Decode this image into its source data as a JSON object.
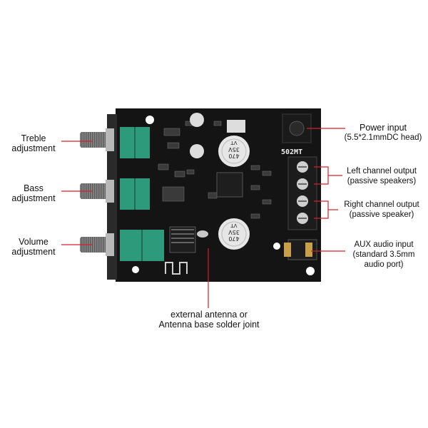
{
  "labels": {
    "treble": {
      "line1": "Treble",
      "line2": "adjustment"
    },
    "bass": {
      "line1": "Bass",
      "line2": "adjustment"
    },
    "volume": {
      "line1": "Volume",
      "line2": "adjustment"
    },
    "power": {
      "line1": "Power input",
      "line2": "(5.5*2.1mmDC head)"
    },
    "left_channel": {
      "line1": "Left channel output",
      "line2": "(passive speakers)"
    },
    "right_channel": {
      "line1": "Right channel output",
      "line2": "(passive speaker)"
    },
    "aux": {
      "line1": "AUX audio input",
      "line2": "(standard 3.5mm",
      "line3": "audio port)"
    },
    "antenna": {
      "line1": "external antenna or",
      "line2": "Antenna base solder joint"
    }
  },
  "board": {
    "model": "502MT",
    "cap1": {
      "value": "470",
      "voltage": "35V",
      "mark": "VT"
    },
    "cap2": {
      "value": "470",
      "voltage": "35V",
      "mark": "VT"
    }
  },
  "colors": {
    "pointer_line": "#d0202a",
    "pcb": "#151515",
    "potentiometer": "#2e9a7c"
  }
}
